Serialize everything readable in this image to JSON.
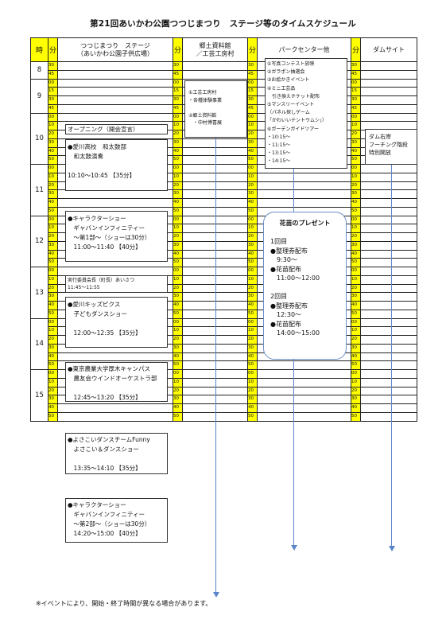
{
  "title": "第21回あいかわ公園つつじまつり　ステージ等のタイムスケジュール",
  "headers": {
    "time": "時",
    "minute": "分",
    "stage_line1": "つつじまつり　ステージ",
    "stage_line2": "（あいかわ公園子供広場）",
    "museum_line1": "郷土資料館",
    "museum_line2": "／工芸工房村",
    "park_center": "パークセンター他",
    "dam_site": "ダムサイト"
  },
  "hours": [
    "8",
    "9",
    "10",
    "11",
    "12",
    "13",
    "14",
    "15"
  ],
  "minute_marks": {
    "h8": [
      "30",
      "45"
    ],
    "h9": [
      "00",
      "15",
      "30",
      "45"
    ],
    "full": [
      "00",
      "10",
      "20",
      "30",
      "40",
      "50"
    ]
  },
  "stage_events": {
    "opening": "オープニング（開会宣言）",
    "aikawa_high": [
      "●愛川高校　和太鼓部",
      "　和太鼓演奏",
      "",
      "10:10～10:45 【35分】"
    ],
    "character1": [
      "●キャラクターショー",
      "　ギャバンインフィニティー",
      "　～第1部～（ショーは30分）",
      "　11:00～11:40 【40分】"
    ],
    "greeting": [
      "実行委員会長（町長）あいさつ",
      "11:45～11:55"
    ],
    "kids_picks": [
      "●愛川キッズピクス",
      "　子どもダンスショー",
      "",
      "　12:00～12:35 【35分】"
    ],
    "tokyo_agri": [
      "●東京農業大学厚木キャンパス",
      "　農友会ウインドオーケストラ部",
      "",
      "　12:45～13:20 【35分】"
    ],
    "yosakoi": [
      "●よさこいダンスチームFunny",
      "　よさこい＆ダンスショー",
      "",
      "　13:35～14:10 【35分】"
    ],
    "character2": [
      "●キャラクターショー",
      "　ギャバンインフィニティー",
      "　～第2部～（ショーは30分）",
      "　14:20～15:00 【40分】"
    ]
  },
  "museum_box": [
    "①工芸工房村",
    "・各種体験事業",
    "",
    "②郷土資料館",
    "　・中村博喜展"
  ],
  "park_center_box": [
    "①写真コンテスト放映",
    "②ガラポン抽選会",
    "③お絵かきイベント",
    "④ミニ工芸品",
    "　引き換えチケット配布",
    "⑤マンスリーイベント",
    "（パネル探しゲーム",
    "「かわいいテントウムシ」）",
    "⑥ガーデンガイドツアー",
    "・10:15～",
    "・11:15～",
    "・13:15～",
    "・14:15～"
  ],
  "flower_bubble": [
    "花苗のプレゼント",
    "",
    "1回目",
    "●整理券配布",
    "　9:30～",
    "●花苗配布",
    "　11:00～12:00",
    "",
    "2回目",
    "●整理券配布",
    "　12:30～",
    "●花苗配布",
    "　14:00～15:00"
  ],
  "dam_box": [
    "ダム右岸",
    "フーチング階段",
    "特別開放"
  ],
  "footnote": "※イベントにより、開始・終了時間が異なる場合があります。"
}
